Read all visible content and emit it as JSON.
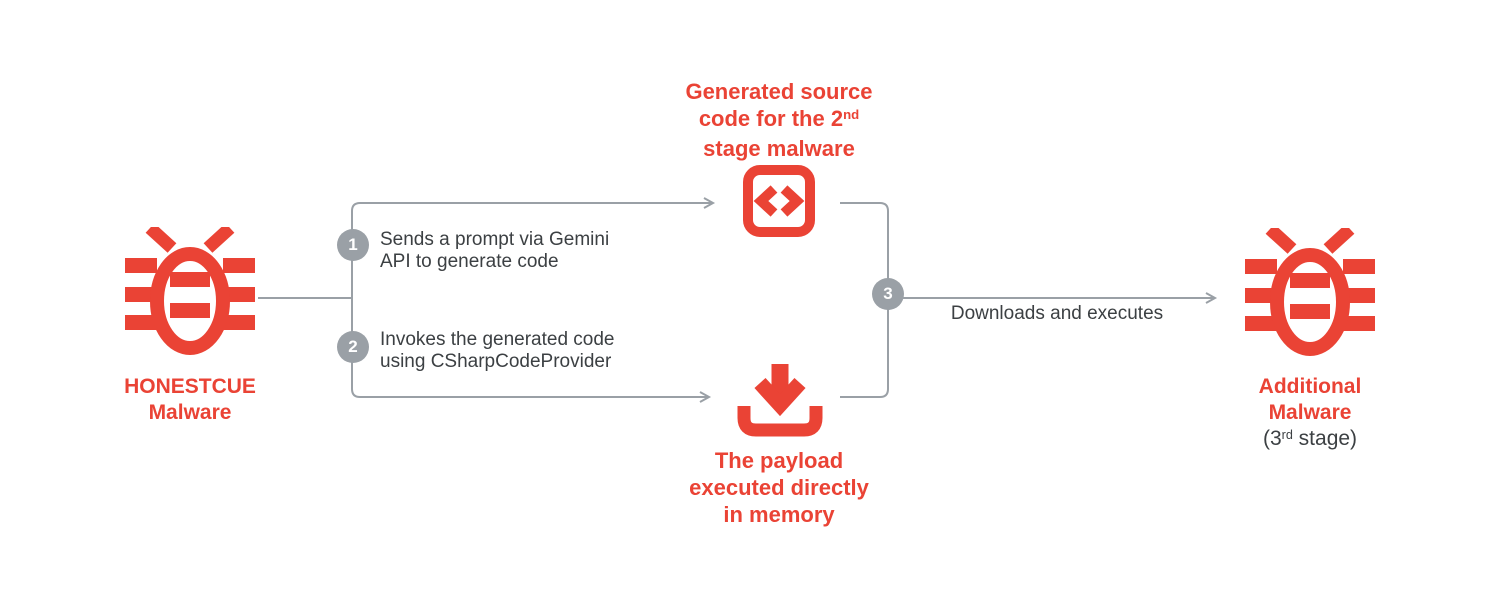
{
  "colors": {
    "accent_red": "#EA4335",
    "connector_gray": "#9AA0A6",
    "badge_gray": "#9AA0A6",
    "body_text": "#3C4043",
    "background": "#FFFFFF"
  },
  "left_node": {
    "icon": "bug-icon",
    "title_line1": "HONESTCUE",
    "title_line2": "Malware"
  },
  "top_node": {
    "icon": "code-icon",
    "caption": {
      "line1": "Generated source",
      "line2_pre": "code for the 2",
      "line2_sup": "nd",
      "line3": "stage malware"
    }
  },
  "bottom_node": {
    "icon": "download-icon",
    "caption": {
      "line1": "The payload",
      "line2": "executed directly",
      "line3": "in memory"
    }
  },
  "right_node": {
    "icon": "bug-icon",
    "title_line1": "Additional",
    "title_line2": "Malware",
    "subtitle_pre": "(3",
    "subtitle_sup": "rd",
    "subtitle_post": " stage)"
  },
  "steps": [
    {
      "number": "1",
      "line1": "Sends a prompt via Gemini",
      "line2": "API to generate code"
    },
    {
      "number": "2",
      "line1": "Invokes the generated code",
      "line2": "using CSharpCodeProvider"
    },
    {
      "number": "3",
      "label": "Downloads and executes"
    }
  ]
}
